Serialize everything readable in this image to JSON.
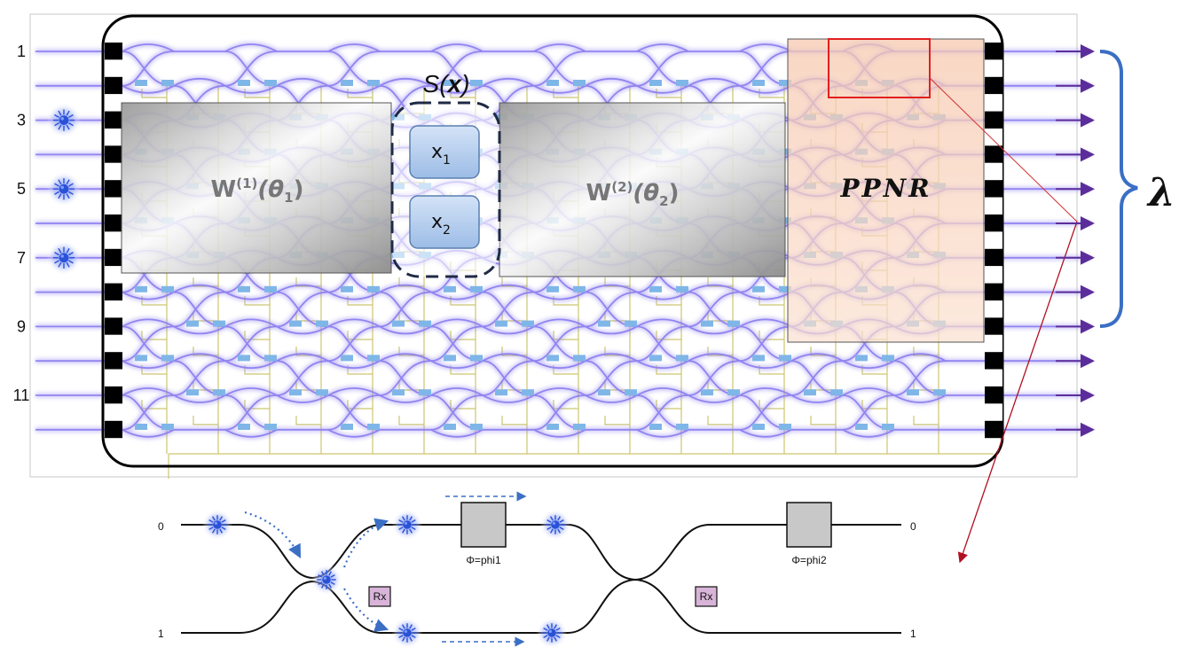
{
  "chip": {
    "row_labels": [
      {
        "row": 1,
        "text": "1"
      },
      {
        "row": 3,
        "text": "3"
      },
      {
        "row": 5,
        "text": "5"
      },
      {
        "row": 7,
        "text": "7"
      },
      {
        "row": 9,
        "text": "9"
      },
      {
        "row": 11,
        "text": "11"
      }
    ],
    "photon_rows": [
      3,
      5,
      7
    ],
    "wire_count": 12,
    "lambda_label": "λ"
  },
  "blocks": {
    "w1": {
      "main": "W",
      "sup": "(1)",
      "arg": "(θ",
      "sub": "1",
      "close": ")"
    },
    "w2": {
      "main": "W",
      "sup": "(2)",
      "arg": "(θ",
      "sub": "2",
      "close": ")"
    },
    "encoding": {
      "title_s": "S(",
      "title_x": "x",
      "title_close": ")"
    },
    "x1": {
      "main": "x",
      "sub": "1"
    },
    "x2": {
      "main": "x",
      "sub": "2"
    },
    "ppnr": "PPNR"
  },
  "detail": {
    "mode_top": "0",
    "mode_bottom": "1",
    "phase1": "Φ=phi1",
    "phase2": "Φ=phi2",
    "rx_label": "Rx"
  },
  "colors": {
    "waveguide": "#8a7cf0",
    "heater": "#7fb6e8",
    "wiring": "#c8c060",
    "photon": "#2a52d8",
    "ppnr_fill": "#f8d2bc",
    "brace": "#3b6fc4",
    "pointer": "#b01020"
  }
}
